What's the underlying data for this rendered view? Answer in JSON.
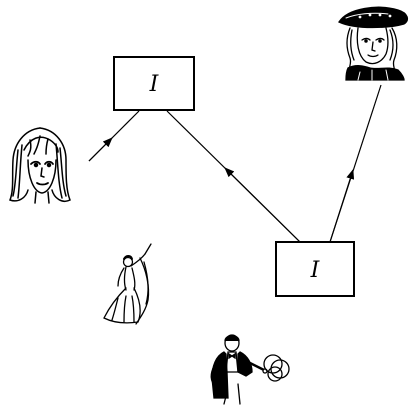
{
  "diagram": {
    "nodes": [
      {
        "id": "box-top",
        "label": "I"
      },
      {
        "id": "box-bottom",
        "label": "I"
      }
    ],
    "edges": [
      {
        "from": "girl-portrait",
        "to": "box-top",
        "directed": true
      },
      {
        "from": "box-bottom",
        "to": "box-top",
        "directed": true
      },
      {
        "from": "box-bottom",
        "to": "nobleman-portrait",
        "directed": true
      }
    ],
    "figures": [
      {
        "icon": "woman-portrait-icon"
      },
      {
        "icon": "renaissance-nobleman-portrait-icon"
      },
      {
        "icon": "dancer-figure-icon"
      },
      {
        "icon": "magician-with-rings-icon"
      }
    ],
    "colors": {
      "stroke": "#000000",
      "background": "#ffffff"
    }
  }
}
